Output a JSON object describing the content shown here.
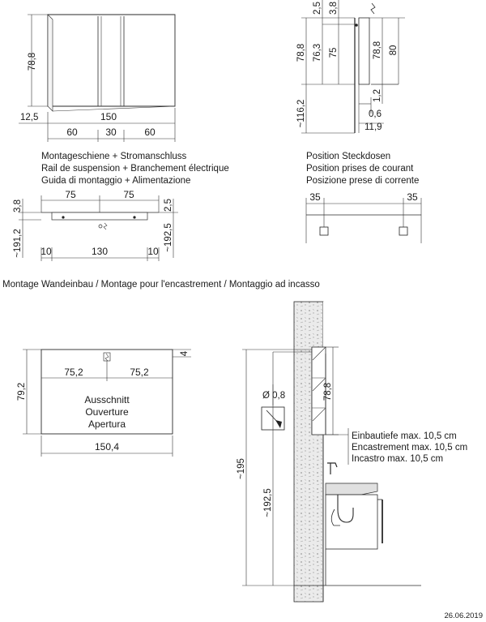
{
  "front_view": {
    "height": "78,8",
    "left_offset": "12,5",
    "total_width": "150",
    "segments": [
      "60",
      "30",
      "60"
    ]
  },
  "side_view": {
    "top_a": "2,5",
    "top_b": "3,8",
    "h_total": "78,8",
    "h_inner": "76,3",
    "h_door": "75",
    "h_right": "78,8",
    "h_right2": "80",
    "gap": "1,2",
    "floor_height": "~116,2",
    "depth_a": "0,6",
    "depth_b": "11,9"
  },
  "mounting_rail": {
    "labels": [
      "Montageschiene + Stromanschluss",
      "Rail de suspension + Branchement électrique",
      "Guida di montaggio + Alimentazione"
    ],
    "left_half": "75",
    "right_half": "75",
    "left_height": "3,8",
    "right_top": "2,5",
    "left_floor": "~191,2",
    "right_floor": "~192,5",
    "bottom_left": "10",
    "bottom_mid": "130",
    "bottom_right": "10"
  },
  "sockets": {
    "labels": [
      "Position Steckdosen",
      "Position prises de courant",
      "Posizione prese di corrente"
    ],
    "left": "35",
    "right": "35"
  },
  "section_title": "Montage Wandeinbau / Montage pour l'encastrement / Montaggio ad incasso",
  "cutout": {
    "height": "79,2",
    "top_offset": "4",
    "left_half": "75,2",
    "right_half": "75,2",
    "total_width": "150,4",
    "labels": [
      "Ausschnitt",
      "Ouverture",
      "Apertura"
    ]
  },
  "wall_section": {
    "cable": "Ø 0,8",
    "cabinet_height": "78,8",
    "total_height": "~195",
    "socket_height": "~192,5",
    "depth_labels": [
      "Einbautiefe max. 10,5 cm",
      "Encastrement max. 10,5 cm",
      "Incastro max. 10,5 cm"
    ]
  },
  "date": "26.06.2019"
}
